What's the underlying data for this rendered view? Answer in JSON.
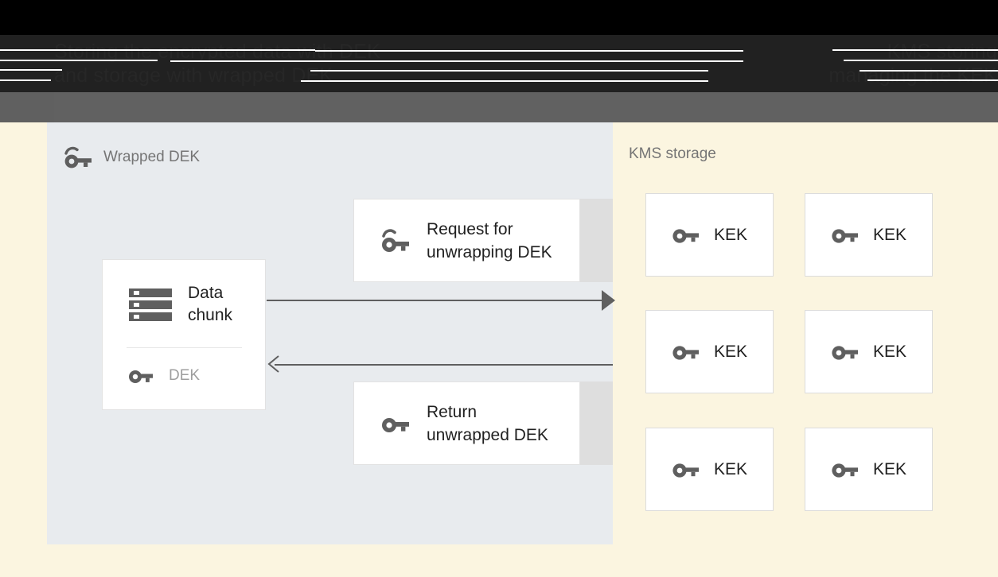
{
  "header": {
    "title_line1": "Storing the encrypted data with DEK",
    "title_line2": "and storage with wrapped DEK",
    "right_line1": "KMS storing",
    "right_line2": "managing the KEK",
    "bg_color": "#212121",
    "toolbar_color": "#616161"
  },
  "diagram": {
    "client_panel": {
      "title": "Wrapped DEK",
      "title_icon": "wrapped-key-icon",
      "bg_color": "#e8ebee",
      "data_card": {
        "title": "Data\nchunk",
        "title_line1": "Data",
        "title_line2": "chunk",
        "icon": "server-stack-icon",
        "key_label": "DEK",
        "key_icon": "key-icon"
      },
      "messages": [
        {
          "line1": "Request for",
          "line2": "unwrapping DEK",
          "icon": "wrapped-key-icon",
          "direction": "right"
        },
        {
          "line1": "Return",
          "line2": "unwrapped DEK",
          "icon": "key-icon",
          "direction": "left"
        }
      ]
    },
    "kms_panel": {
      "title": "KMS storage",
      "bg_color": "#fbf5e0",
      "keys": [
        {
          "label": "KEK",
          "icon": "key-icon"
        },
        {
          "label": "KEK",
          "icon": "key-icon"
        },
        {
          "label": "KEK",
          "icon": "key-icon"
        },
        {
          "label": "KEK",
          "icon": "key-icon"
        },
        {
          "label": "KEK",
          "icon": "key-icon"
        },
        {
          "label": "KEK",
          "icon": "key-icon"
        }
      ]
    }
  },
  "colors": {
    "cream": "#fbf5e0",
    "panel_gray": "#e8ebee",
    "band_gray": "#dedede",
    "icon_gray": "#5f5f5f",
    "muted_text": "#757575",
    "arrow": "#5f5f5f"
  }
}
